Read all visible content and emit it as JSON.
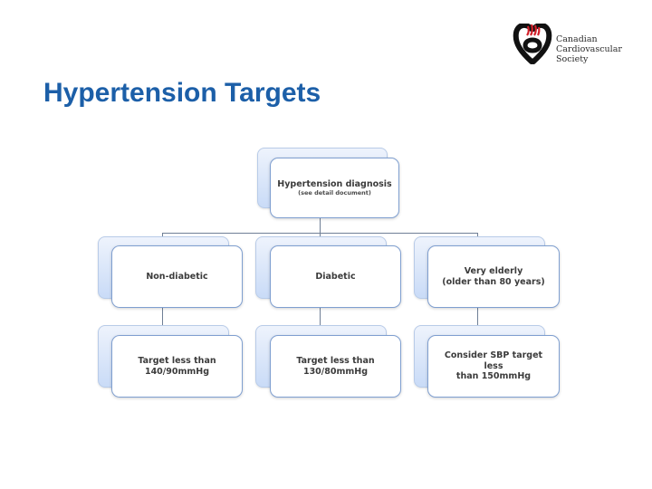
{
  "slide": {
    "title": "Hypertension Targets"
  },
  "logo": {
    "name": "Canadian Cardiovascular Society",
    "line1": "Canadian",
    "line2": "Cardiovascular",
    "line3": "Society",
    "colors": {
      "red": "#d4202a",
      "black": "#111111"
    }
  },
  "diagram": {
    "root": {
      "label": "Hypertension diagnosis",
      "sublabel": "(see detail document)"
    },
    "branches": [
      {
        "category": "Non-diabetic",
        "target_line1": "Target less than",
        "target_line2": "140/90mmHg"
      },
      {
        "category": "Diabetic",
        "target_line1": "Target less than",
        "target_line2": "130/80mmHg"
      },
      {
        "category_line1": "Very elderly",
        "category_line2": "(older than  80 years)",
        "target_line1": "Consider SBP target less",
        "target_line2": "than 150mmHg"
      }
    ],
    "colors": {
      "title": "#1c5fa8",
      "box_border": "#7f9fd0",
      "box_back": "#c9dbf7",
      "connector": "#6f7f96"
    }
  }
}
